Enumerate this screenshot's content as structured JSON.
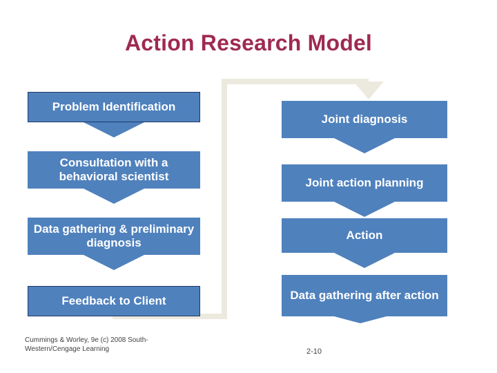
{
  "slide": {
    "title": "Action Research Model",
    "footer": "Cummings & Worley, 9e (c) 2008 South-Western/Cengage Learning",
    "page_number": "2-10",
    "colors": {
      "title": "#9e2a52",
      "box_fill": "#4f81bd",
      "box_text": "#ffffff",
      "box_border": "#1f3864",
      "connector": "#eceade",
      "background": "#ffffff"
    },
    "left_column": [
      {
        "label": "Problem Identification"
      },
      {
        "label": "Consultation with a behavioral scientist"
      },
      {
        "label": "Data gathering & preliminary diagnosis"
      },
      {
        "label": "Feedback to Client"
      }
    ],
    "right_column": [
      {
        "label": "Joint diagnosis"
      },
      {
        "label": "Joint action planning"
      },
      {
        "label": "Action"
      },
      {
        "label": "Data gathering after action"
      }
    ]
  }
}
